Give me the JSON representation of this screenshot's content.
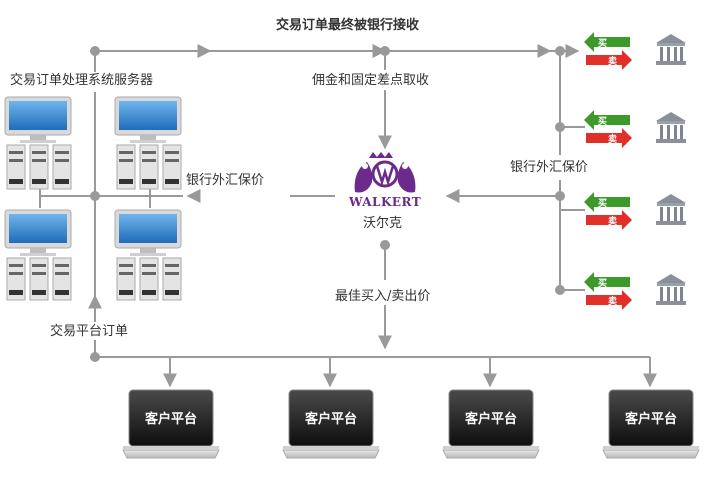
{
  "diagram": {
    "title": "交易订单最终被银行接收",
    "server_label": "交易订单处理系统服务器",
    "commission_label": "佣金和固定差点取收",
    "bank_quote_left": "银行外汇保价",
    "bank_quote_right": "银行外汇保价",
    "platform_order_label": "交易平台订单",
    "best_price_label": "最佳买入/卖出价",
    "broker": {
      "logo_text": "WALKERT",
      "name": "沃尔克"
    },
    "clients": [
      "客户平台",
      "客户平台",
      "客户平台",
      "客户平台"
    ],
    "trade_tags": {
      "buy": "买",
      "sell": "卖"
    }
  },
  "colors": {
    "line": "#999999",
    "broker_purple": "#6b2a8c",
    "buy_green": "#3d9a2a",
    "sell_red": "#e0302a",
    "screen_blue": "#2f7fc8"
  },
  "icons": [
    "server-workstation-icon",
    "bank-icon",
    "buy-sell-arrow-icon",
    "laptop-icon",
    "walkert-lion-crest-logo"
  ]
}
